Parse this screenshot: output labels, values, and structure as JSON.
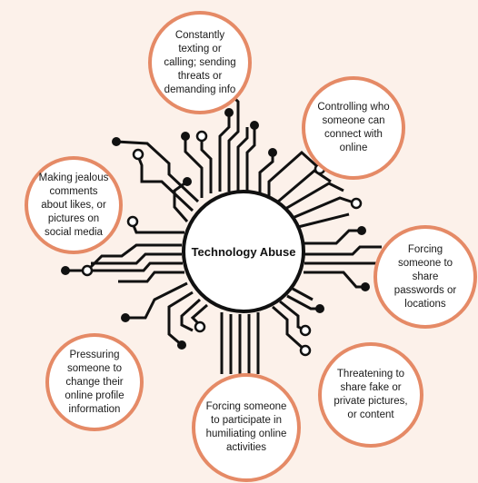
{
  "center": {
    "title": "Technology Abuse"
  },
  "items": [
    {
      "text": "Constantly texting or calling; sending threats or demanding info"
    },
    {
      "text": "Controlling who someone can connect with online"
    },
    {
      "text": "Making jealous comments about likes, or pictures on social media"
    },
    {
      "text": "Forcing someone to share passwords or locations"
    },
    {
      "text": "Pressuring someone to change their online profile information"
    },
    {
      "text": "Threatening to share fake or private pictures, or content"
    },
    {
      "text": "Forcing someone to participate in humiliating online activities"
    }
  ],
  "colors": {
    "background": "#fcf1ea",
    "bubble_border": "#e58a66",
    "lines": "#111111"
  }
}
